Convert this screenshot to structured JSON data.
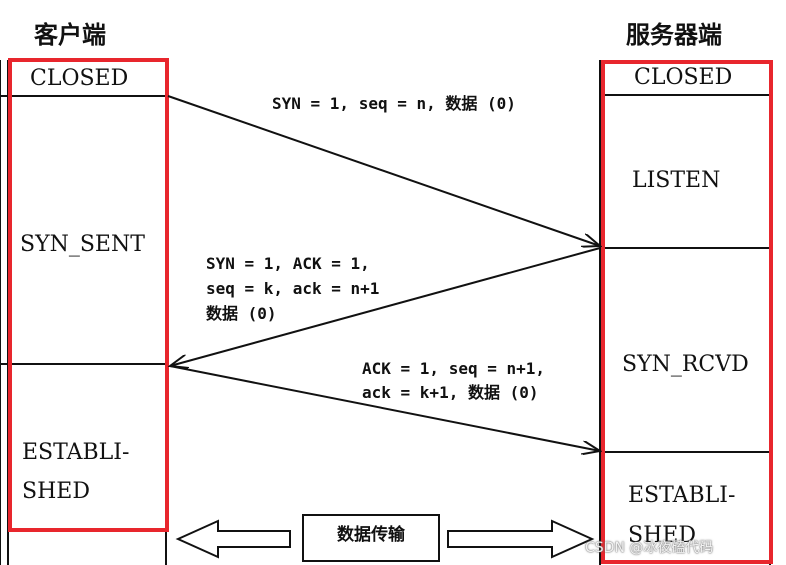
{
  "client": {
    "title": "客户端",
    "states": {
      "closed": "CLOSED",
      "syn_sent": "SYN_SENT",
      "established_1": "ESTABLI-",
      "established_2": "SHED"
    }
  },
  "server": {
    "title": "服务器端",
    "states": {
      "closed": "CLOSED",
      "listen": "LISTEN",
      "syn_rcvd": "SYN_RCVD",
      "established_1": "ESTABLI-",
      "established_2": "SHED"
    }
  },
  "messages": {
    "syn": "SYN = 1, seq = n, 数据 (0)",
    "synack": [
      "SYN = 1, ACK = 1,",
      "seq = k, ack = n+1",
      "数据 (0)"
    ],
    "ack": [
      "ACK = 1, seq = n+1,",
      "ack = k+1, 数据 (0)"
    ]
  },
  "transfer_label": "数据传输",
  "watermark": "CSDN @冰夜磕代码",
  "colors": {
    "highlight_box": "#e8262d",
    "line": "#111111"
  }
}
